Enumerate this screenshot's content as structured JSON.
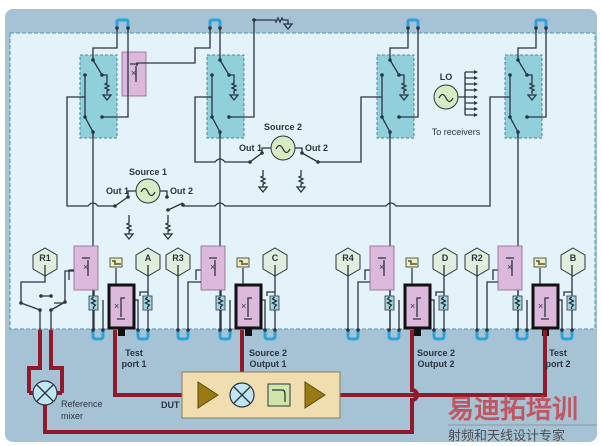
{
  "colors": {
    "panel": "#a6c3d6",
    "inner": "#e4f2f9",
    "switch_box": "#8fd0da",
    "coupler": "#dcb8dc",
    "signal": "#8e1a2c",
    "jumper": "#2aa3dc",
    "dut": "#f1deb0",
    "amp": "#9a7a12",
    "source": "#d8ecc4"
  },
  "sources": {
    "source1": "Source 1",
    "source2": "Source 2",
    "out1": "Out 1",
    "out2": "Out 2",
    "lo": "LO",
    "to_receivers": "To receivers"
  },
  "receivers": {
    "r1": "R1",
    "a": "A",
    "r3": "R3",
    "c": "C",
    "r4": "R4",
    "d": "D",
    "r2": "R2",
    "b": "B"
  },
  "ports": {
    "test_port_1": [
      "Test",
      "port 1"
    ],
    "source2_output1": [
      "Source 2",
      "Output 1"
    ],
    "source2_output2": [
      "Source 2",
      "Output 2"
    ],
    "test_port_2": [
      "Test",
      "port 2"
    ]
  },
  "reference_mixer": [
    "Reference",
    "mixer"
  ],
  "dut": "DUT",
  "watermark": {
    "title": "易迪拓培训",
    "subtitle": "射频和天线设计专家"
  }
}
